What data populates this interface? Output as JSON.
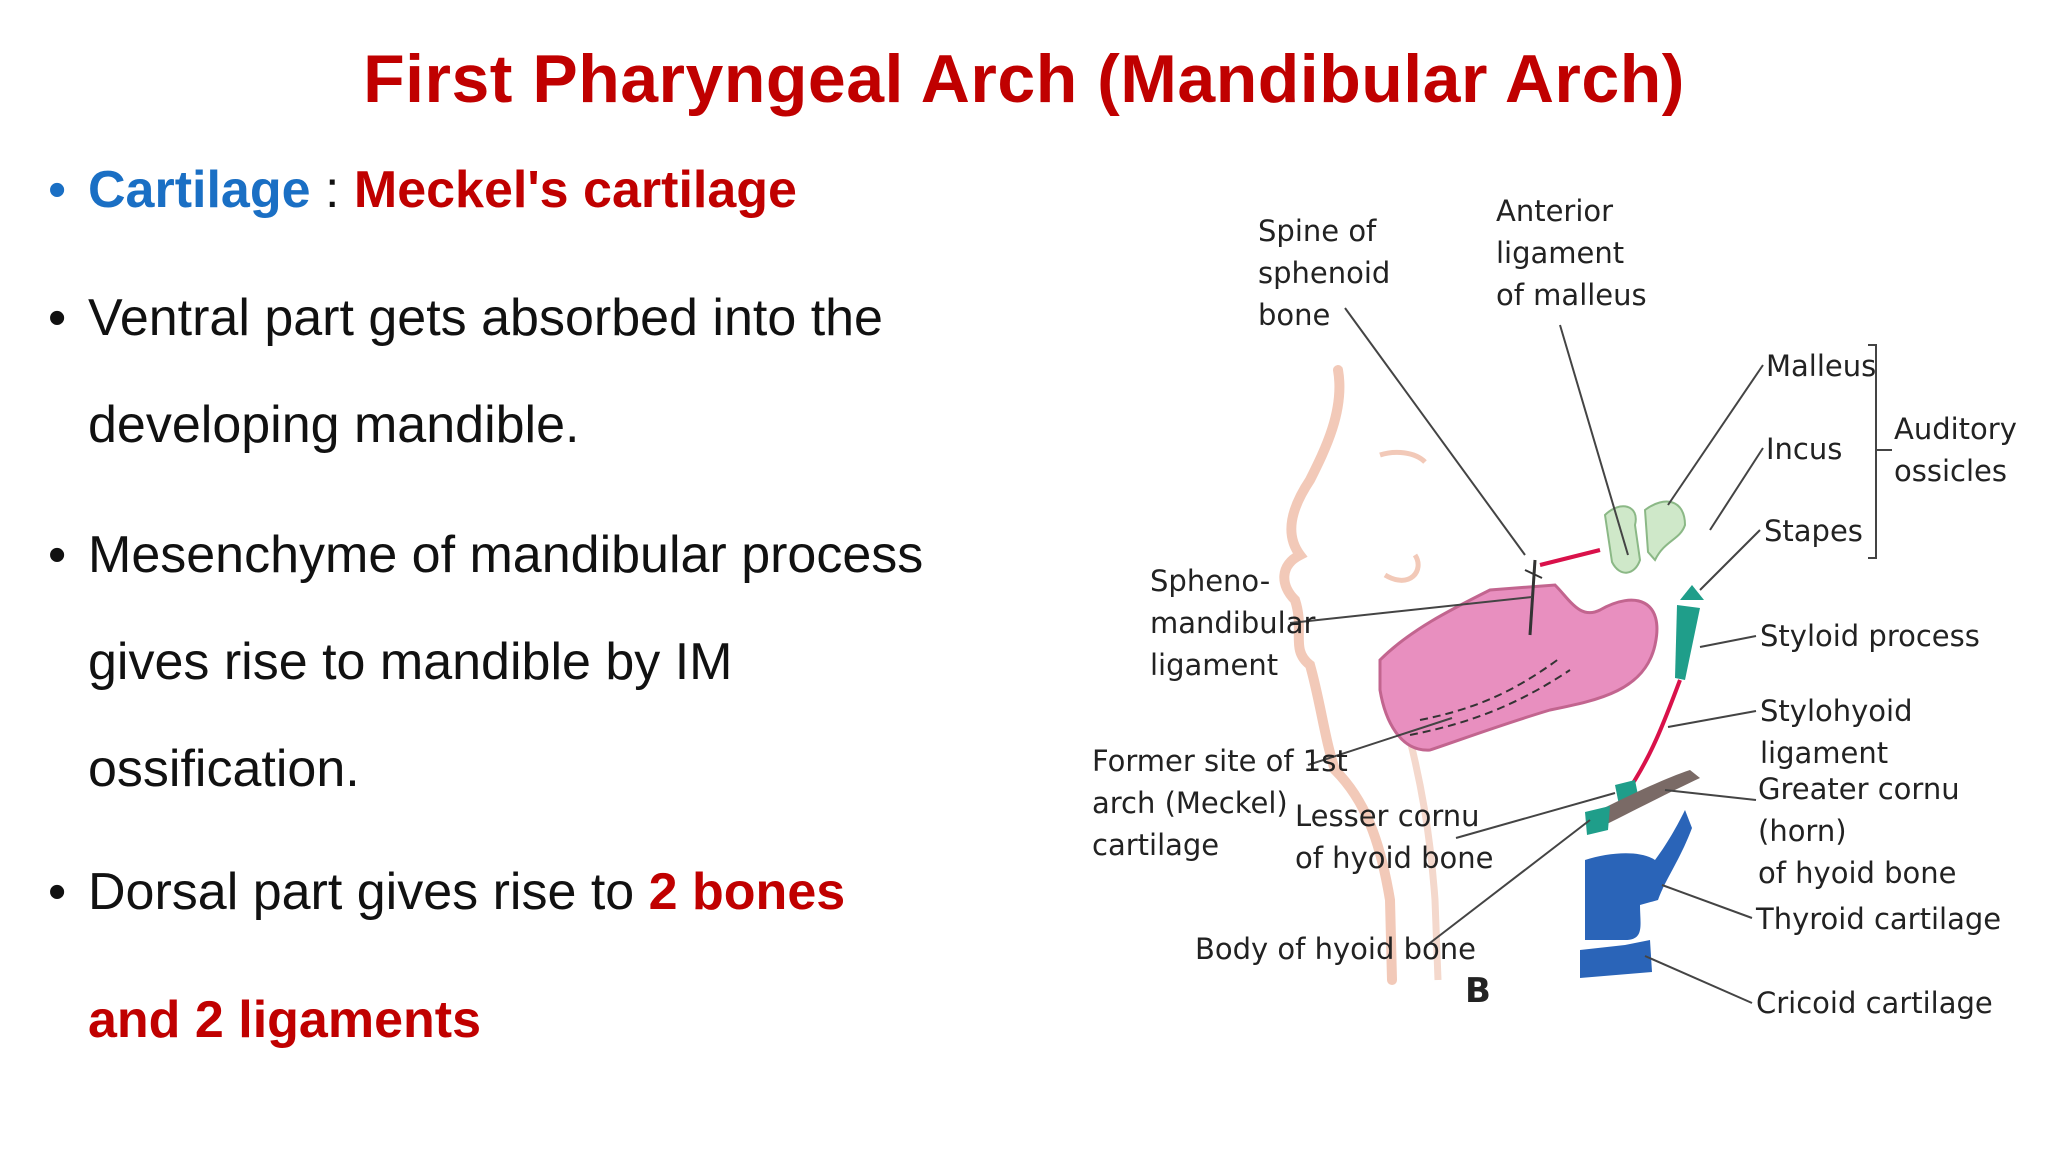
{
  "title": "First Pharyngeal Arch (Mandibular Arch)",
  "bullets": {
    "b1": {
      "term": "Cartilage",
      "sep": " : ",
      "value": "Meckel's cartilage"
    },
    "b2": {
      "line1": "Ventral part gets absorbed into the",
      "line2": "developing mandible."
    },
    "b3": {
      "line1": "Mesenchyme of mandibular process",
      "line2": "gives rise to mandible by IM",
      "line3": "ossification."
    },
    "b4": {
      "line1_plain": "Dorsal part gives rise to ",
      "line1_red": "2 bones",
      "line2_red": "and 2 ligaments"
    }
  },
  "figure": {
    "labels": {
      "spine_sphenoid": "Spine of\nsphenoid\nbone",
      "anterior_ligament": "Anterior\nligament\nof malleus",
      "malleus": "Malleus",
      "incus": "Incus",
      "stapes": "Stapes",
      "auditory_ossicles": "Auditory\nossicles",
      "spheno_mandibular": "Spheno-\nmandibular\nligament",
      "styloid_process": "Styloid process",
      "stylohyoid_ligament": "Stylohyoid ligament",
      "former_site": "Former site of 1st\narch (Meckel)\ncartilage",
      "lesser_cornu": "Lesser cornu\nof hyoid bone",
      "greater_cornu": "Greater cornu (horn)\nof hyoid bone",
      "thyroid_cartilage": "Thyroid cartilage",
      "body_hyoid": "Body of hyoid bone",
      "cricoid_cartilage": "Cricoid cartilage",
      "panel_letter": "B"
    },
    "colors": {
      "mandible": "#e88fbf",
      "skin_outline": "#f2c9b8",
      "ossicles": "#cfe8c9",
      "styloid": "#1f9e8a",
      "ligament": "#d9114a",
      "thyroid": "#2a64b8",
      "hyoid": "#7a6a66"
    }
  }
}
